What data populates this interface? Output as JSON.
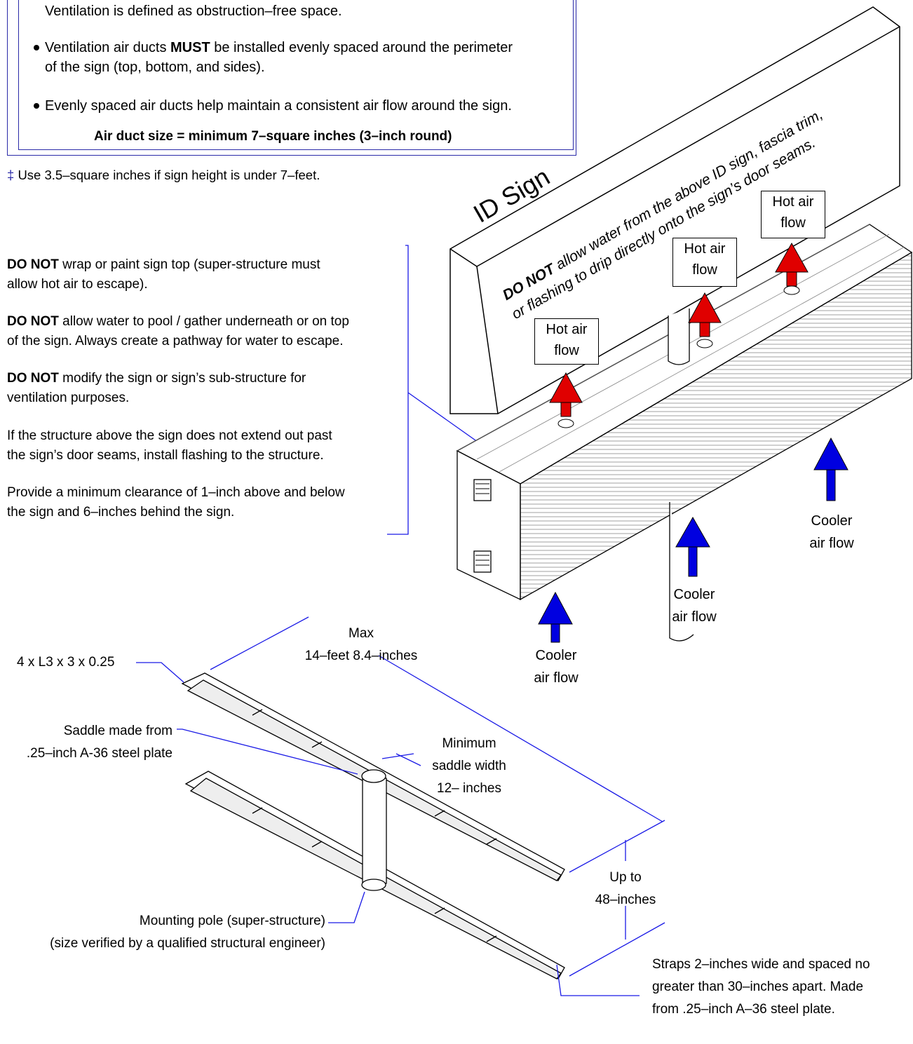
{
  "ventilation_box": {
    "intro": "Ventilation is defined as obstruction–free space.",
    "bullet1_pre": "Ventilation air ducts ",
    "bullet1_bold": "MUST",
    "bullet1_post": " be installed evenly spaced around the perimeter",
    "bullet1_line2": "of the sign (top, bottom, and sides).",
    "bullet2": "Evenly spaced air ducts help maintain a consistent air flow around the sign.",
    "duct_size": "Air duct size = minimum 7–square inches (3–inch round)"
  },
  "footnote": {
    "symbol": "‡",
    "text": "Use 3.5–square inches if sign height is under 7–feet."
  },
  "guidelines": {
    "g1_bold": "DO NOT",
    "g1_line1": " wrap or paint sign top (super-structure must",
    "g1_line2": "allow hot air to escape).",
    "g2_bold": "DO NOT",
    "g2_line1": " allow water to pool / gather underneath or on top",
    "g2_line2": "of the sign. Always create a pathway for water to escape.",
    "g3_bold": "DO NOT",
    "g3_line1": " modify the sign or sign’s sub-structure for",
    "g3_line2": "ventilation purposes.",
    "g4_line1": "If the structure above the sign does not extend out past",
    "g4_line2": "the sign’s door seams, install flashing to the structure.",
    "g5_line1": "Provide a minimum clearance of 1–inch above and below",
    "g5_line2": "the sign and 6–inches behind the sign."
  },
  "id_sign": {
    "label": "ID Sign",
    "warning_bold": "DO NOT",
    "warning_line1": " allow water from the above ID sign, fascia trim,",
    "warning_line2": "or flashing to drip directly onto the sign’s door seams."
  },
  "airflow": {
    "hot1_line1": "Hot air",
    "hot1_line2": "flow",
    "hot2_line1": "Hot air",
    "hot2_line2": "flow",
    "hot3_line1": "Hot air",
    "hot3_line2": "flow",
    "cool1_line1": "Cooler",
    "cool1_line2": "air flow",
    "cool2_line1": "Cooler",
    "cool2_line2": "air flow",
    "cool3_line1": "Cooler",
    "cool3_line2": "air flow"
  },
  "mounting": {
    "angle_label": "4 x L3 x 3 x 0.25",
    "max_line1": "Max",
    "max_line2": "14–feet 8.4–inches",
    "saddle_line1": "Saddle made from",
    "saddle_line2": ".25–inch A-36 steel plate",
    "saddle_width_line1": "Minimum",
    "saddle_width_line2": "saddle width",
    "saddle_width_line3": "12– inches",
    "upto_line1": "Up to",
    "upto_line2": "48–inches",
    "pole_line1": "Mounting pole (super-structure)",
    "pole_line2": "(size verified by a qualified structural engineer)",
    "straps_line1": "Straps 2–inches wide and spaced no",
    "straps_line2": "greater than 30–inches apart. Made",
    "straps_line3": "from .25–inch A–36 steel plate."
  },
  "colors": {
    "frame": "#2a2aa8",
    "hot": "#e00000",
    "cool": "#0000e0",
    "leader": "#1a1ae6"
  }
}
